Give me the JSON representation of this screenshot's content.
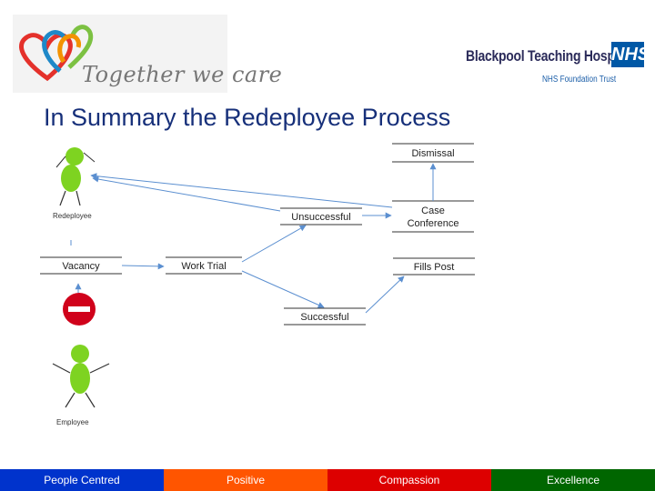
{
  "header": {
    "logo_left_text": "Together we care",
    "logo_right_name": "Blackpool Teaching Hospitals",
    "logo_right_badge": "NHS",
    "logo_right_trust": "NHS Foundation Trust"
  },
  "title": "In Summary the Redeployee Process",
  "diagram": {
    "redeployee_caption": "Redeployee",
    "employee_caption": "Employee",
    "nodes": {
      "dismissal": "Dismissal",
      "case_conference_line1": "Case",
      "case_conference_line2": "Conference",
      "unsuccessful": "Unsuccessful",
      "vacancy": "Vacancy",
      "work_trial": "Work Trial",
      "fills_post": "Fills Post",
      "successful": "Successful"
    }
  },
  "footer": {
    "items": [
      {
        "label": "People Centred",
        "color": "#0033cc"
      },
      {
        "label": "Positive",
        "color": "#ff5500"
      },
      {
        "label": "Compassion",
        "color": "#dd0000"
      },
      {
        "label": "Excellence",
        "color": "#006600"
      }
    ]
  },
  "colors": {
    "title": "#17307a",
    "figure_green": "#7ed321",
    "arrow": "#5b8fd0",
    "no_entry_red": "#d0021b"
  }
}
